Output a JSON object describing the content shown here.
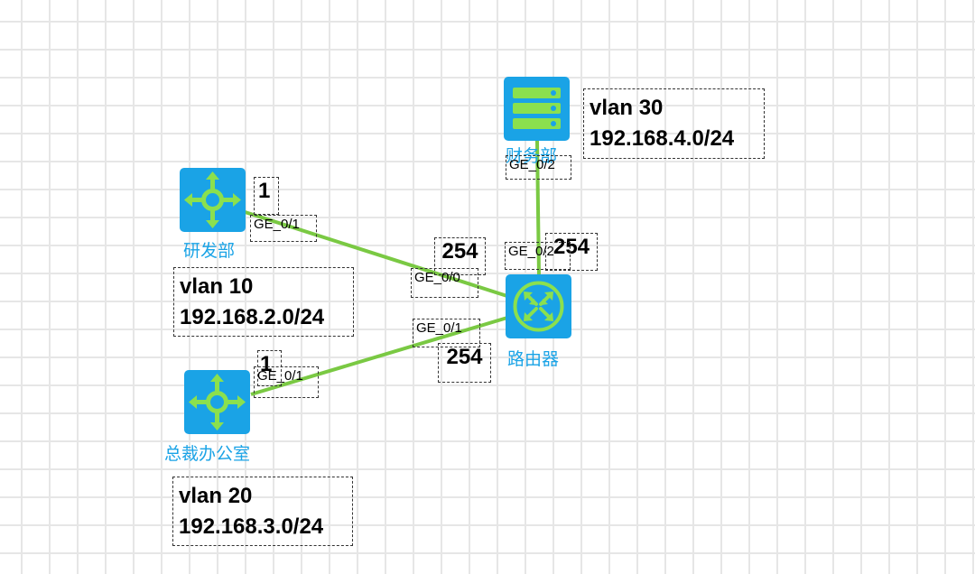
{
  "nodes": {
    "rd": {
      "label": "研发部",
      "type": "l3-switch-icon"
    },
    "ceo": {
      "label": "总裁办公室",
      "type": "l3-switch-icon"
    },
    "finance": {
      "label": "财务部",
      "type": "server-icon"
    },
    "router": {
      "label": "路由器",
      "type": "router-icon"
    }
  },
  "vlans": {
    "rd": {
      "name": "vlan 10",
      "subnet": "192.168.2.0/24"
    },
    "ceo": {
      "name": "vlan 20",
      "subnet": "192.168.3.0/24"
    },
    "finance": {
      "name": "vlan 30",
      "subnet": "192.168.4.0/24"
    }
  },
  "ports": {
    "rd_side": "GE_0/1",
    "router_rd": "GE_0/0",
    "ceo_side": "GE_0/1",
    "router_ceo": "GE_0/1",
    "finance_side": "GE_0/2",
    "router_finance": "GE_0/2"
  },
  "host_ids": {
    "rd": "1",
    "ceo": "1",
    "router_rd": "254",
    "router_ceo": "254",
    "router_finance": "254"
  },
  "colors": {
    "link": "#7ac943",
    "icon_bg": "#1aa3e6",
    "icon_fg": "#8be04e",
    "label": "#1aa3e6"
  }
}
